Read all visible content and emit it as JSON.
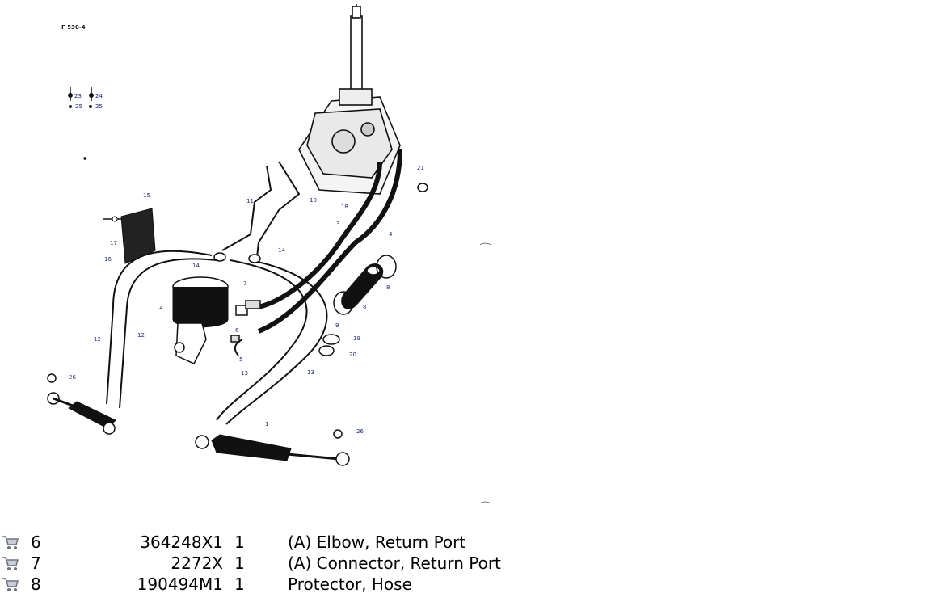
{
  "diagram": {
    "reference": "F 530-4",
    "callouts": [
      "1",
      "2",
      "3",
      "4",
      "5",
      "6",
      "7",
      "8",
      "8",
      "9",
      "10",
      "11",
      "12",
      "12",
      "13",
      "13",
      "14",
      "14",
      "15",
      "16",
      "17",
      "18",
      "19",
      "20",
      "21",
      "23",
      "24",
      "25",
      "25",
      "26",
      "26"
    ]
  },
  "parts": [
    {
      "icon": "cart-icon",
      "item": "6",
      "part_no": "364248X1",
      "qty": "1",
      "description": "(A) Elbow, Return Port"
    },
    {
      "icon": "cart-icon",
      "item": "7",
      "part_no": "2272X",
      "qty": "1",
      "description": "(A) Connector, Return Port"
    },
    {
      "icon": "cart-icon",
      "item": "8",
      "part_no": "190494M1",
      "qty": "1",
      "description": "Protector, Hose"
    }
  ]
}
